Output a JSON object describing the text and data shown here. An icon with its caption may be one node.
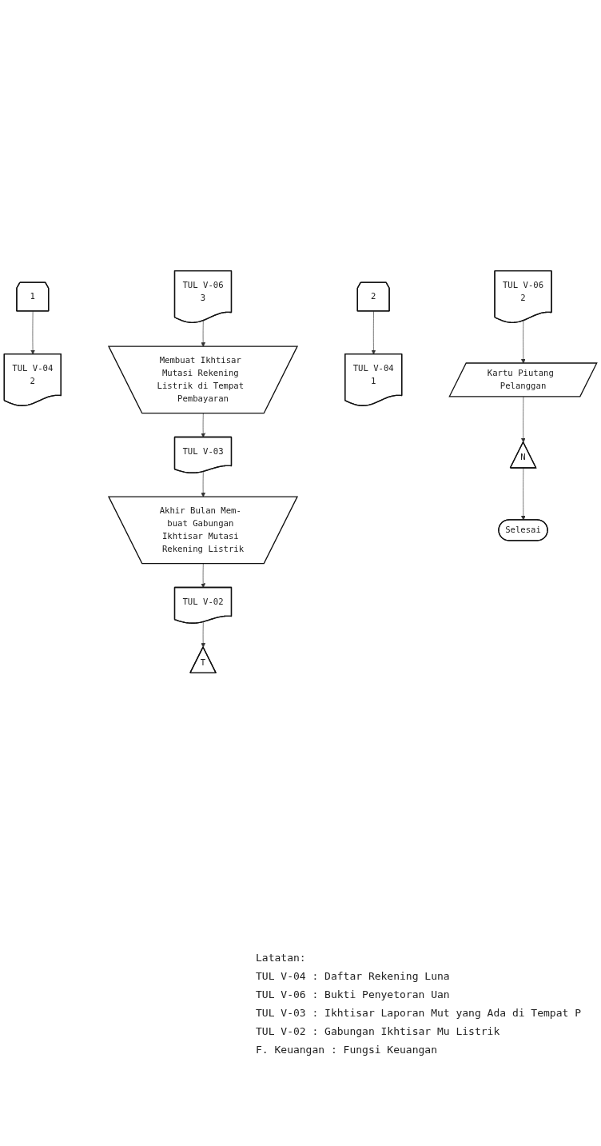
{
  "diagram": {
    "nodes": [
      {
        "text": [
          "1"
        ]
      },
      {
        "text": [
          "TUL V-04",
          "2"
        ]
      },
      {
        "text": [
          "TUL V-06",
          "3"
        ]
      },
      {
        "text": [
          "Membuat Ikhtisar Mutasi Rekening Listrik di Tempat Pembayaran"
        ]
      },
      {
        "text": [
          "TUL V-03"
        ]
      },
      {
        "text": [
          "Akhir Bulan Mem- buat Gabungan Ikhtisar Mutasi Rekening Listrik"
        ]
      },
      {
        "text": [
          "TUL V-02"
        ]
      },
      {
        "text": [
          "T"
        ]
      },
      {
        "text": [
          "2"
        ]
      },
      {
        "text": [
          "TUL V-04",
          "1"
        ]
      },
      {
        "text": [
          "TUL V-06",
          "2"
        ]
      },
      {
        "text": [
          "Kartu Piutang Pelanggan"
        ]
      },
      {
        "text": [
          "N"
        ]
      },
      {
        "text": [
          "Selesai"
        ]
      }
    ],
    "edges": [
      {
        "from": 0,
        "to": 1,
        "arrow": "to"
      },
      {
        "from": 2,
        "to": 3,
        "arrow": "to"
      },
      {
        "from": 3,
        "to": 4,
        "arrow": "to"
      },
      {
        "from": 4,
        "to": 5,
        "arrow": "to"
      },
      {
        "from": 5,
        "to": 6,
        "arrow": "to"
      },
      {
        "from": 6,
        "to": 7,
        "arrow": "to"
      },
      {
        "from": 8,
        "to": 9,
        "arrow": "to"
      },
      {
        "from": 10,
        "to": 11,
        "arrow": "to"
      },
      {
        "from": 11,
        "to": 12,
        "arrow": "to"
      },
      {
        "from": 12,
        "to": 13,
        "arrow": "to"
      }
    ],
    "labels": [
      "Latatan:",
      "TUL V-04 : Daftar Rekening Luna",
      "TUL V-06 : Bukti Penyetoran Uan",
      "TUL V-03 : Ikhtisar Laporan Mut yang Ada di Tempat P",
      "TUL V-02 : Gabungan Ikhtisar Mu Listrik",
      "F. Keuangan : Fungsi Keuangan"
    ]
  }
}
